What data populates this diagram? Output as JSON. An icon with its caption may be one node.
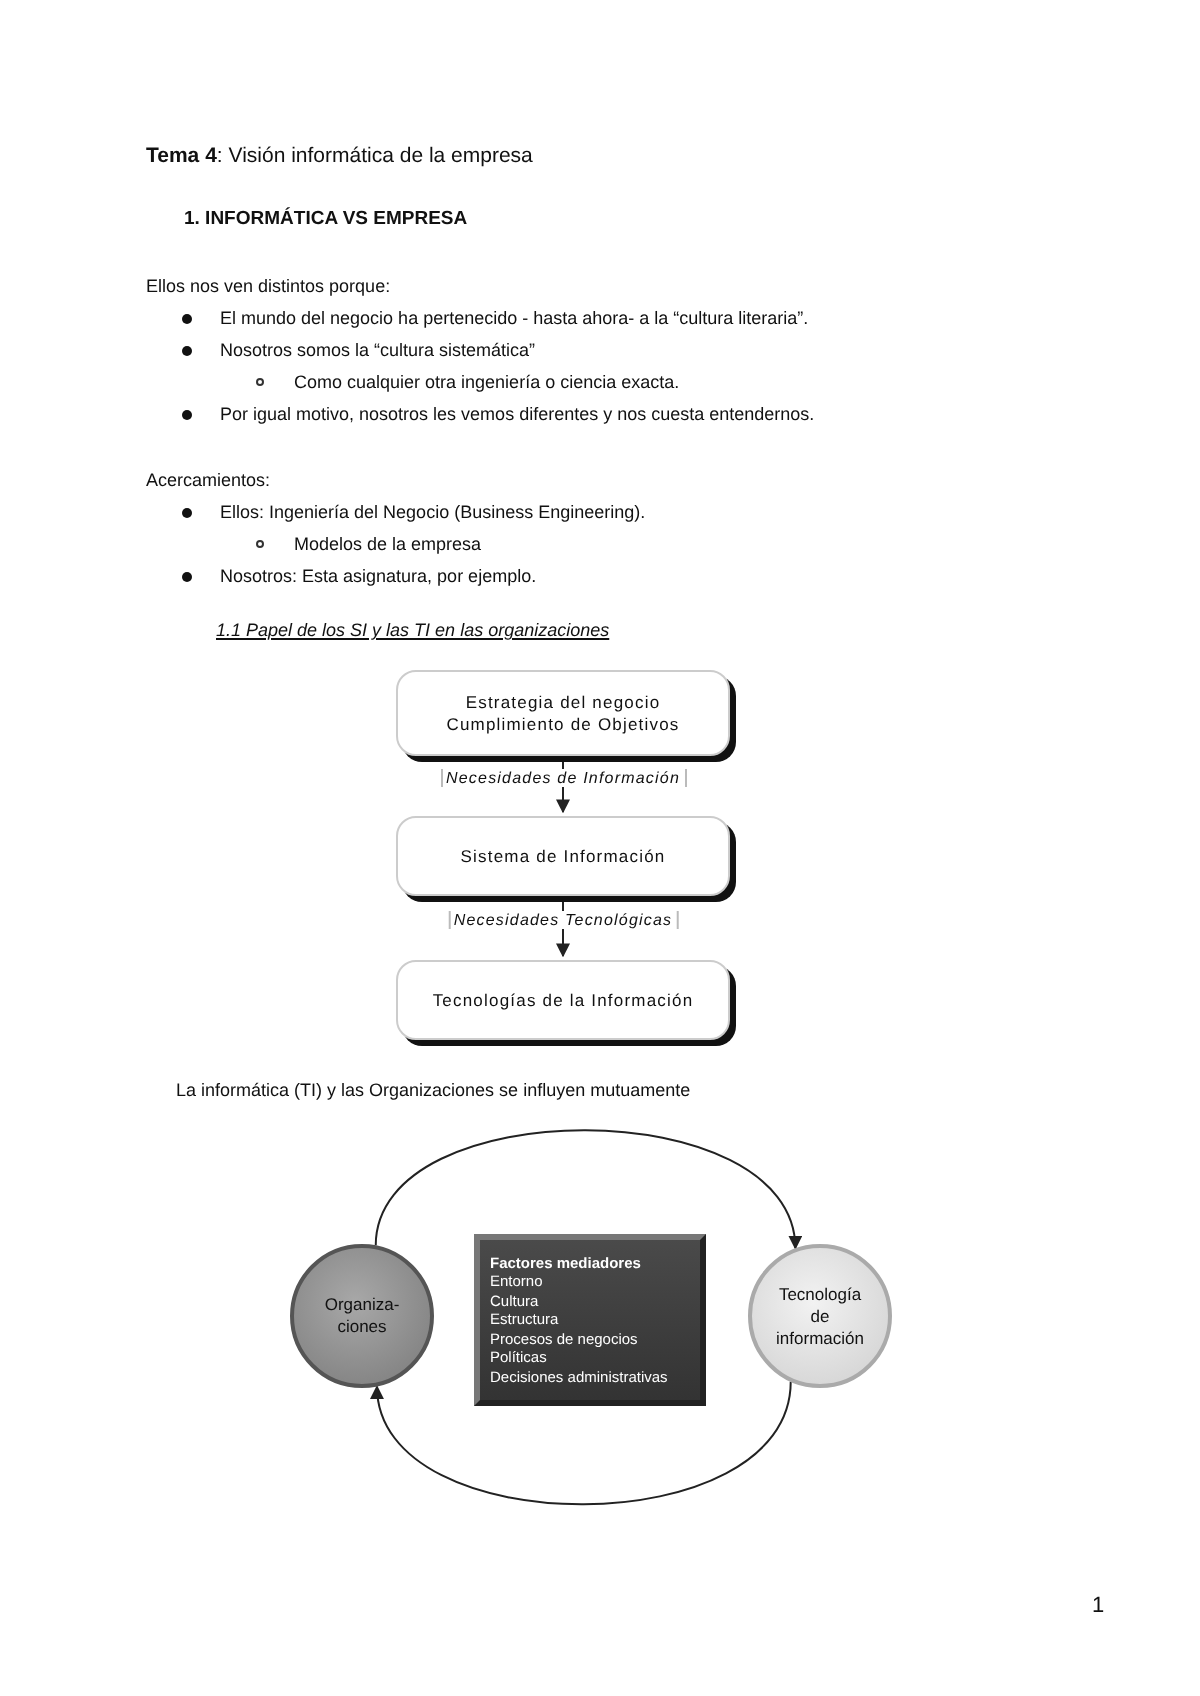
{
  "diagram": {
    "title": "**Tema 4**: Visión informática de la empresa",
    "nodes": [
      {
        "text": [
          "Estrategia del negocio",
          "Cumplimiento de Objetivos"
        ]
      },
      {
        "text": [
          "Sistema de Información"
        ]
      },
      {
        "text": [
          "Tecnologías de la Información"
        ]
      },
      {
        "text": [
          "Organiza- ciones"
        ]
      },
      {
        "text": [
          "Factores mediadores",
          "Entorno",
          "Cultura",
          "Estructura",
          "Procesos de negocios",
          "Políticas",
          "Decisiones administrativas"
        ]
      },
      {
        "text": [
          "Tecnología de información"
        ]
      }
    ],
    "edges": [
      {
        "from": 0,
        "to": 1,
        "arrow": "to",
        "label": "Necesidades de Información"
      },
      {
        "from": 1,
        "to": 2,
        "arrow": "to",
        "label": "Necesidades Tecnológicas"
      },
      {
        "from": 3,
        "to": 5,
        "arrow": "to"
      },
      {
        "from": 5,
        "to": 3,
        "arrow": "to"
      }
    ],
    "labels": [
      "1. INFORMÁTICA VS EMPRESA",
      "Ellos nos ven distintos porque:",
      "El mundo del negocio ha pertenecido - hasta ahora- a la “cultura literaria”.",
      "Nosotros somos la “cultura sistemática”",
      "Como cualquier otra ingeniería o ciencia exacta.",
      "Por igual motivo, nosotros les vemos diferentes y nos cuesta entendernos.",
      "Acercamientos:",
      "Ellos: Ingeniería del Negocio (Business Engineering).",
      "Modelos de la empresa",
      "Nosotros: Esta asignatura, por ejemplo.",
      "1.1 Papel de los SI y las TI en las organizaciones",
      "La informática (TI) y las Organizaciones se influyen mutuamente",
      "1"
    ]
  }
}
